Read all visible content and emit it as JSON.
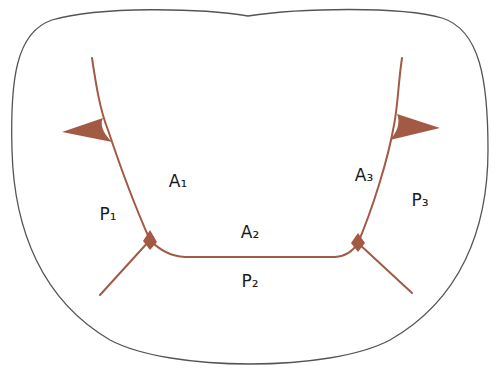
{
  "diagram": {
    "labels": [
      "A₁",
      "P₁",
      "A₂",
      "P₂",
      "A₃",
      "P₃"
    ]
  }
}
